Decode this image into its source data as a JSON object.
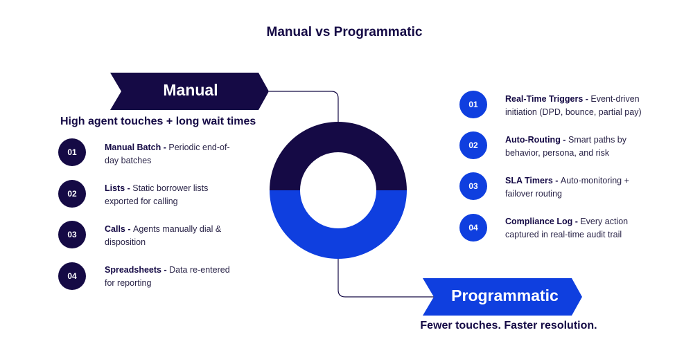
{
  "title": "Manual vs Programmatic",
  "manual": {
    "label": "Manual",
    "subtitle": "High agent touches + long wait times",
    "color": "#150a45",
    "items": [
      {
        "num": "01",
        "title": "Manual Batch - ",
        "desc": "Periodic end-of-day batches"
      },
      {
        "num": "02",
        "title": "Lists - ",
        "desc": "Static borrower lists exported for calling"
      },
      {
        "num": "03",
        "title": "Calls - ",
        "desc": "Agents manually dial & disposition"
      },
      {
        "num": "04",
        "title": "Spreadsheets - ",
        "desc": "Data re-entered for reporting"
      }
    ]
  },
  "programmatic": {
    "label": "Programmatic",
    "subtitle": "Fewer touches. Faster resolution.",
    "color": "#0f3fdf",
    "items": [
      {
        "num": "01",
        "title": "Real-Time Triggers - ",
        "desc": "Event-driven initiation (DPD, bounce, partial pay)"
      },
      {
        "num": "02",
        "title": "Auto-Routing - ",
        "desc": "Smart paths by behavior, persona, and risk"
      },
      {
        "num": "03",
        "title": "SLA Timers - ",
        "desc": "Auto-monitoring + failover routing"
      },
      {
        "num": "04",
        "title": "Compliance Log - ",
        "desc": "Every action captured in real-time audit trail"
      }
    ]
  }
}
